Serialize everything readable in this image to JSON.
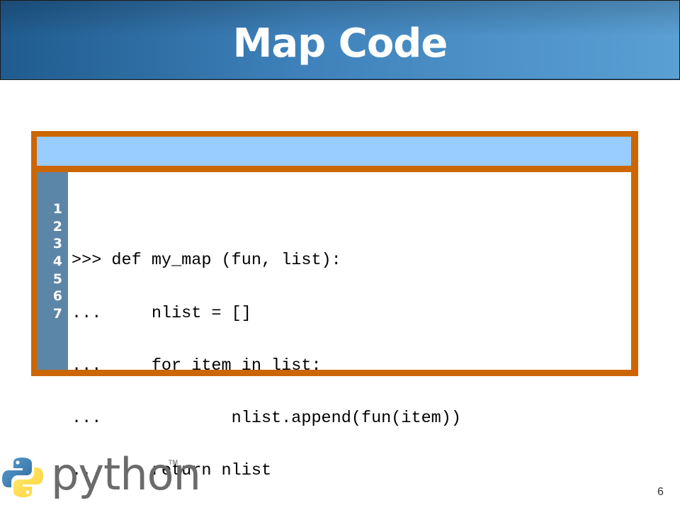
{
  "slide": {
    "title": "Map Code",
    "page_number": "6"
  },
  "code_block": {
    "line_numbers": [
      "1",
      "2",
      "3",
      "4",
      "5",
      "6",
      "7"
    ],
    "lines": [
      ">>> def my_map (fun, list):",
      "...     nlist = []",
      "...     for item in list:",
      "...             nlist.append(fun(item))",
      "...     return nlist"
    ]
  },
  "logo": {
    "wordmark": "python",
    "trademark": "TM",
    "icon": "python-logo-icon"
  },
  "colors": {
    "title_bar": "#3f82bb",
    "frame": "#cc6600",
    "header_strip": "#99ccff",
    "gutter": "#5c86a8"
  }
}
